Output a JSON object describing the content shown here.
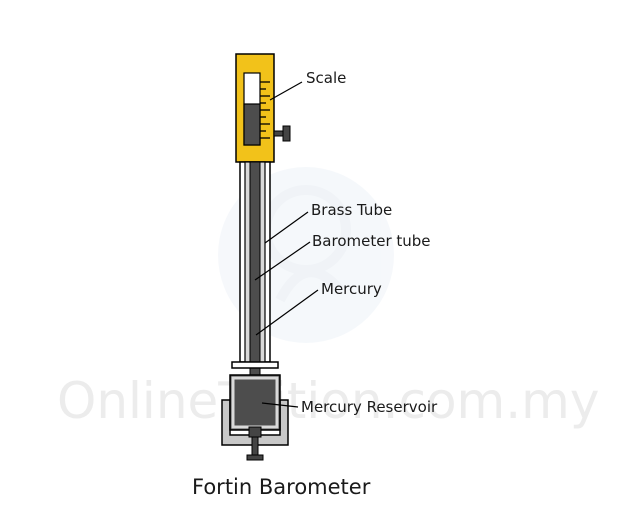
{
  "diagram": {
    "title": "Fortin Barometer",
    "watermark": "OnlineTuition.com.my",
    "labels": {
      "scale": "Scale",
      "brass_tube": "Brass Tube",
      "barometer_tube": "Barometer tube",
      "mercury": "Mercury",
      "mercury_reservoir": "Mercury Reservoir"
    },
    "colors": {
      "scale_housing": "#f2c21a",
      "mercury": "#4d4d4d",
      "tube_glass": "#d9d9d9",
      "reservoir_base": "#c8c8c8",
      "outline": "#000000"
    }
  }
}
